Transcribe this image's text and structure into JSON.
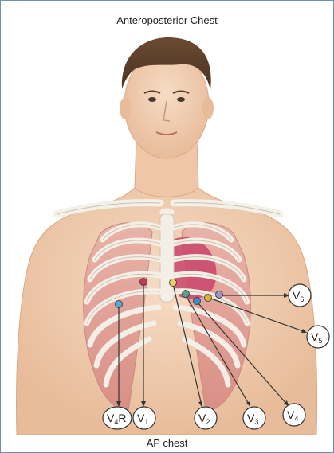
{
  "title": "Anteroposterior Chest",
  "bottom_caption": "AP chest",
  "leads": [
    {
      "id": "V6",
      "main": "V",
      "sub": "6",
      "suffix": "",
      "color": "#9b95c8"
    },
    {
      "id": "V5",
      "main": "V",
      "sub": "5",
      "suffix": "",
      "color": "#e0b23a"
    },
    {
      "id": "V4R",
      "main": "V",
      "sub": "4",
      "suffix": "R",
      "color": "#5aa6d6"
    },
    {
      "id": "V1",
      "main": "V",
      "sub": "1",
      "suffix": "",
      "color": "#c23a5a"
    },
    {
      "id": "V2",
      "main": "V",
      "sub": "2",
      "suffix": "",
      "color": "#e8d060"
    },
    {
      "id": "V3",
      "main": "V",
      "sub": "3",
      "suffix": "",
      "color": "#4fa88a"
    },
    {
      "id": "V4",
      "main": "V",
      "sub": "4",
      "suffix": "",
      "color": "#3a8fc4"
    }
  ]
}
